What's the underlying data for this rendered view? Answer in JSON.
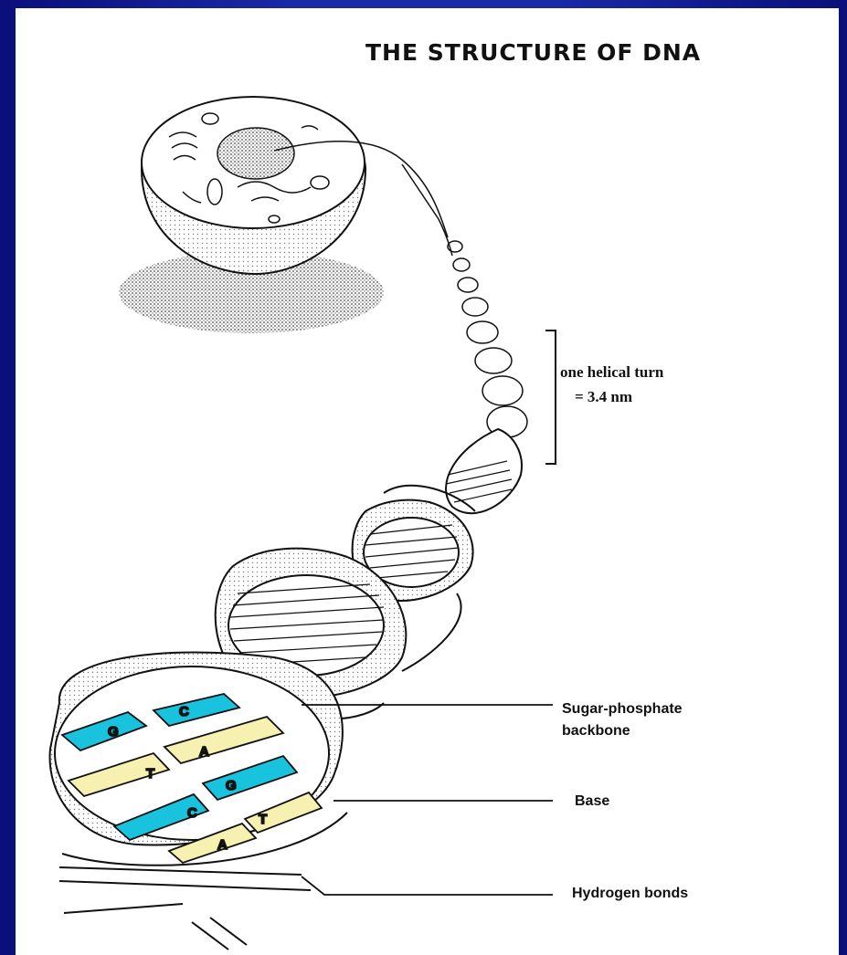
{
  "title": "THE STRUCTURE OF DNA",
  "labels": {
    "helical_turn": "one helical turn",
    "helical_turn_value": "= 3.4 nm",
    "sugar_phosphate": "Sugar-phosphate",
    "sugar_phosphate_2": "backbone",
    "base": "Base",
    "hydrogen_bonds": "Hydrogen bonds"
  },
  "base_letters": [
    "G",
    "C",
    "T",
    "A",
    "C",
    "G",
    "A",
    "T"
  ],
  "colors": {
    "background": "#1a2aa6",
    "panel": "#ffffff",
    "base_cyan": "#19c3dd",
    "base_yellow": "#f6f1b0",
    "ink": "#111111"
  }
}
